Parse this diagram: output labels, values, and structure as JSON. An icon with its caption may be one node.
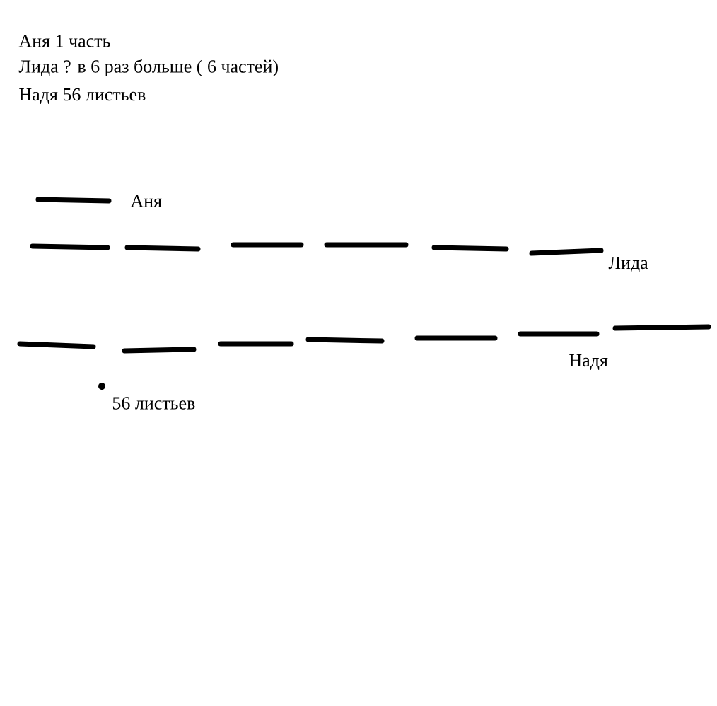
{
  "diagram": {
    "labels": [
      "Аня 1 часть",
      "Лида ? в 6 раз больше ( 6 частей)",
      "Надя 56 листьев",
      "Аня",
      "Лида",
      "Надя",
      "56 листьев"
    ]
  }
}
